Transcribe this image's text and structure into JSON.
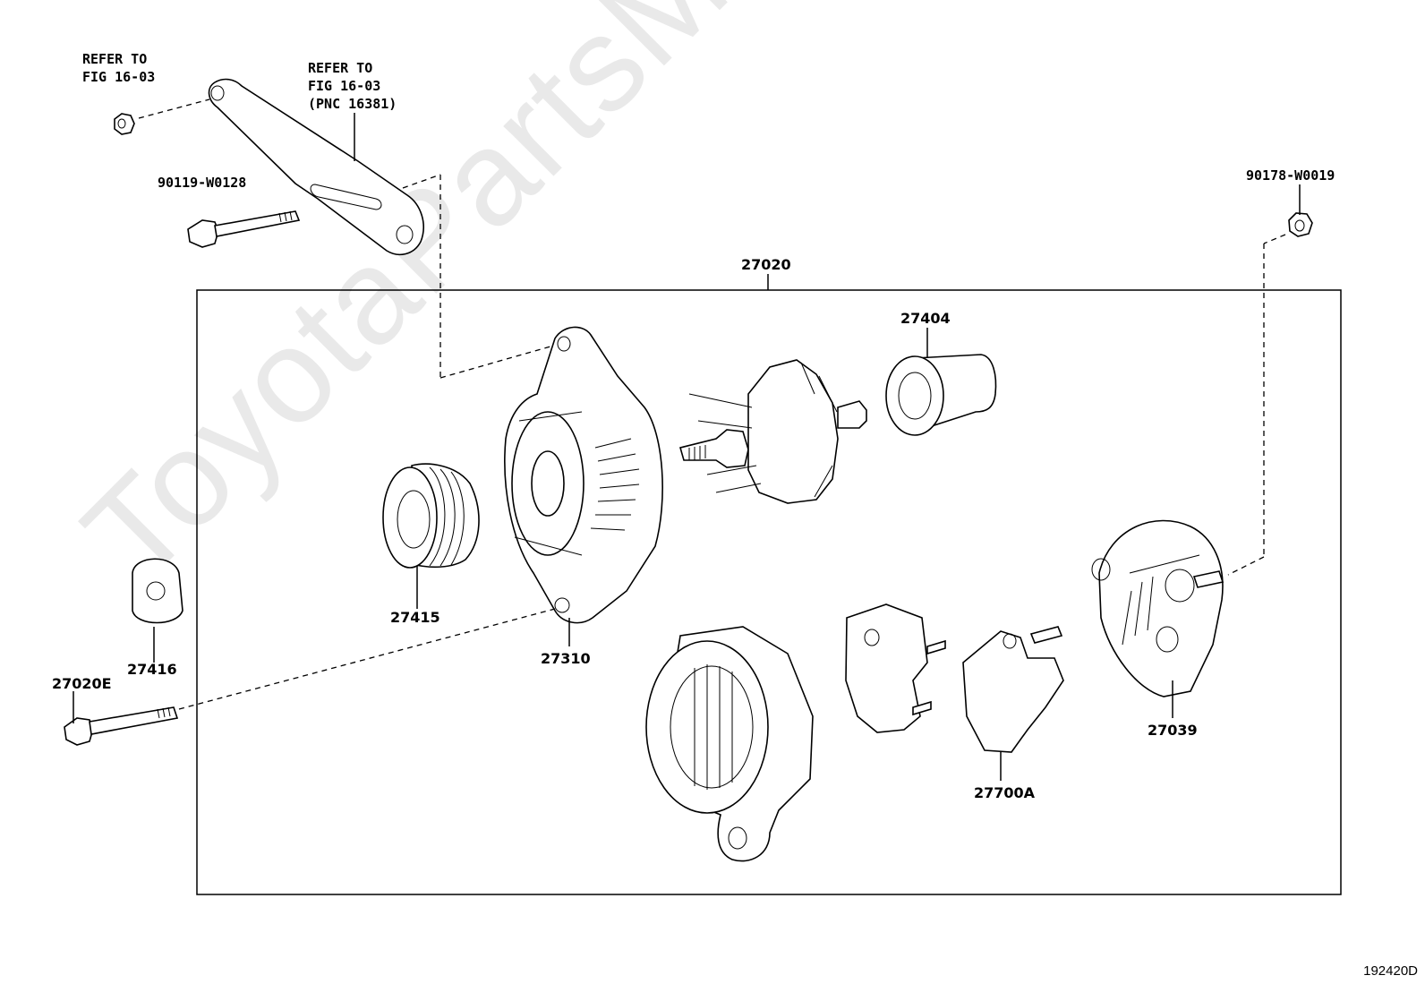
{
  "watermark": "ToyotaPartsMine.ru",
  "figure_id": "192420D",
  "refer_labels": {
    "nut_refer": "REFER TO\nFIG 16-03",
    "bracket_refer": "REFER TO\nFIG 16-03\n(PNC 16381)"
  },
  "part_numbers": {
    "bolt_top": "90119-W0128",
    "nut_right": "90178-W0019",
    "assembly": "27020",
    "bearing_cover": "27404",
    "pulley": "27415",
    "drive_end_frame": "27310",
    "cap": "27416",
    "bolt_bottom": "27020E",
    "rear_cover": "27039",
    "regulator": "27700A"
  }
}
